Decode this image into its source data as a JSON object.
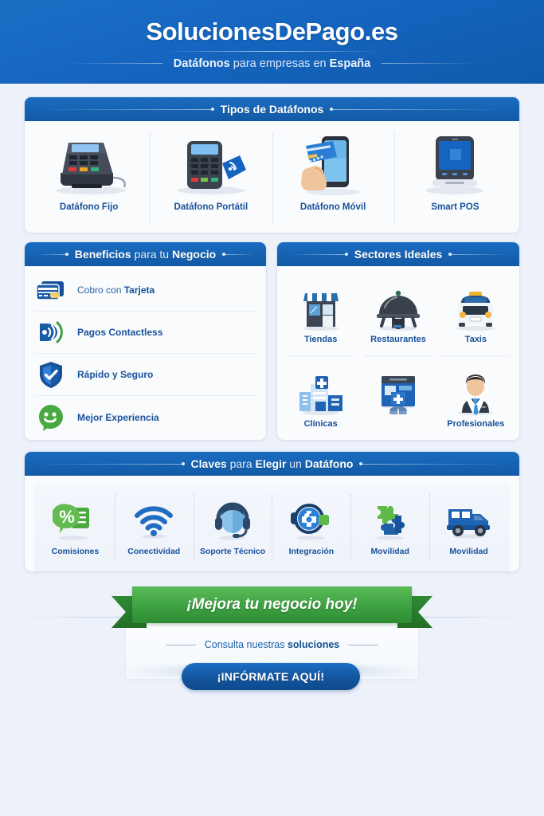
{
  "header": {
    "title": "SolucionesDePago.es",
    "subtitle_bold_1": "Datáfonos",
    "subtitle_light": " para empresas en ",
    "subtitle_bold_2": "España"
  },
  "tipos": {
    "head_title": "Tipos de Datáfonos",
    "items": [
      {
        "label": "Datáfono Fijo",
        "icon": "fixed-terminal-icon"
      },
      {
        "label": "Datáfono Portátil",
        "icon": "portable-terminal-icon"
      },
      {
        "label": "Datáfono Móvil",
        "icon": "mobile-phone-payment-icon"
      },
      {
        "label": "Smart POS",
        "icon": "smart-pos-icon"
      }
    ]
  },
  "beneficios": {
    "head_bold_1": "Beneficios",
    "head_light": " para tu ",
    "head_bold_2": "Negocio",
    "items": [
      {
        "label_light": "Cobro con ",
        "label_bold": "Tarjeta",
        "icon": "credit-card-icon"
      },
      {
        "label_light": "",
        "label_bold": "Pagos Contactless",
        "icon": "contactless-wave-icon"
      },
      {
        "label_light": "",
        "label_bold": "Rápido y Seguro",
        "icon": "shield-check-icon"
      },
      {
        "label_light": "",
        "label_bold": "Mejor Experiencia",
        "icon": "smiley-bubble-icon"
      }
    ]
  },
  "sectores": {
    "head_title": "Sectores Ideales",
    "items": [
      {
        "label": "Tiendas",
        "icon": "storefront-icon"
      },
      {
        "label": "Restaurantes",
        "icon": "cloche-dome-icon"
      },
      {
        "label": "Taxis",
        "icon": "taxi-car-icon"
      },
      {
        "label": "Clínicas",
        "icon": "hospital-building-icon"
      },
      {
        "label": "",
        "icon": "medical-kiosk-icon"
      },
      {
        "label": "Profesionales",
        "icon": "businessman-icon"
      }
    ]
  },
  "claves": {
    "head_bold_1": "Claves",
    "head_light_1": " para ",
    "head_bold_2": "Elegir",
    "head_light_2": " un ",
    "head_bold_3": "Datáfono",
    "items": [
      {
        "label": "Comisiones",
        "icon": "percent-bubble-icon"
      },
      {
        "label": "Conectividad",
        "icon": "wifi-icon"
      },
      {
        "label": "Soporte Técnico",
        "icon": "headset-agent-icon"
      },
      {
        "label": "Integración",
        "icon": "integration-puzzle-icon"
      },
      {
        "label": "Movilidad",
        "icon": "puzzle-pieces-icon"
      },
      {
        "label": "Movilidad",
        "icon": "delivery-truck-icon"
      }
    ]
  },
  "cta": {
    "ribbon": "¡Mejora tu negocio hoy!",
    "sub_light": "Consulta nuestras ",
    "sub_bold": "soluciones",
    "button": "¡INFÓRMATE AQUÍ!"
  },
  "colors": {
    "brand_blue": "#1565c0",
    "deep_blue": "#125aa6",
    "label_blue": "#17519b",
    "green": "#3da142",
    "page_bg": "#edf1fa"
  }
}
